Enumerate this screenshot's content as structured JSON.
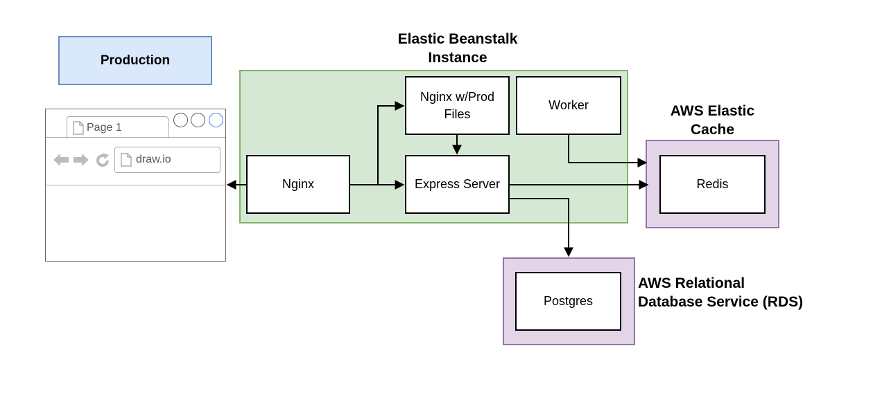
{
  "production_label": "Production",
  "browser": {
    "tab_label": "Page 1",
    "url": "draw.io"
  },
  "groups": {
    "beanstalk": "Elastic Beanstalk Instance",
    "elasticache": "AWS Elastic Cache",
    "rds": "AWS Relational Database Service (RDS)"
  },
  "nodes": {
    "nginx": "Nginx",
    "nginx_prod": "Nginx w/Prod Files",
    "worker": "Worker",
    "express": "Express Server",
    "redis": "Redis",
    "postgres": "Postgres"
  },
  "colors": {
    "beanstalk_fill": "#d5e8d4",
    "beanstalk_stroke": "#82b366",
    "aws_fill": "#e1d5e7",
    "aws_stroke": "#9673a6",
    "production_fill": "#dae8fc",
    "production_stroke": "#6c8ebf"
  }
}
